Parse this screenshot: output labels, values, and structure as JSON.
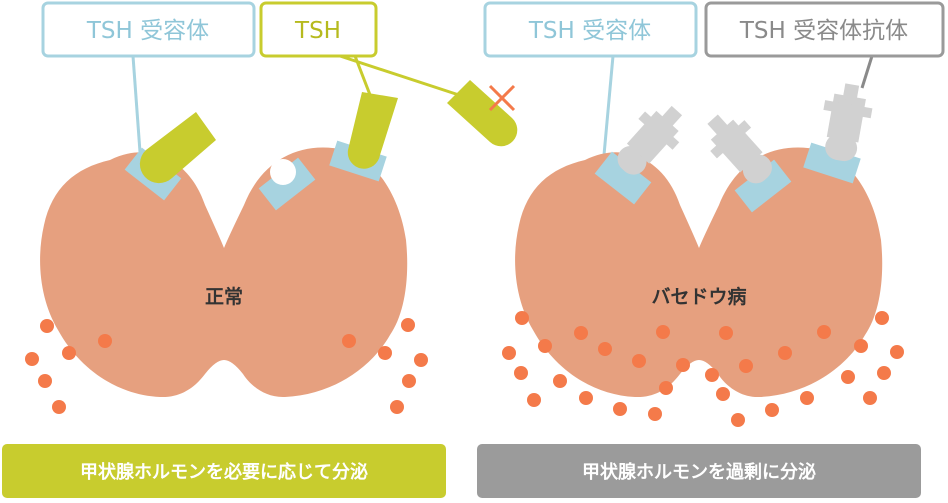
{
  "panels": {
    "normal": {
      "labels": {
        "receptor": "TSH 受容体",
        "tsh": "TSH"
      },
      "gland_label": "正常",
      "caption": "甲状腺ホルモンを必要に応じて分泌"
    },
    "graves": {
      "labels": {
        "receptor": "TSH 受容体",
        "antibody": "TSH 受容体抗体"
      },
      "gland_label": "バセドウ病",
      "caption": "甲状腺ホルモンを過剰に分泌"
    }
  },
  "colors": {
    "thyroid": "#e6a07f",
    "receptor": "#a7d3e0",
    "receptor_border": "#a7d3e0",
    "tsh": "#c8cc2e",
    "antibody": "#d1d1d1",
    "antibody_border": "#9a9a9a",
    "hormone_dot": "#f47a4a",
    "blocked_mark": "#f47a4a",
    "caption_normal_bg": "#c8cc2e",
    "caption_graves_bg": "#9b9b9b",
    "caption_text": "#ffffff",
    "label_text_receptor": "#8fc6d8",
    "label_text_tsh": "#b6ba1e",
    "label_text_antibody": "#8a8a8a"
  },
  "icons": {
    "blocked": "x-mark-icon"
  }
}
